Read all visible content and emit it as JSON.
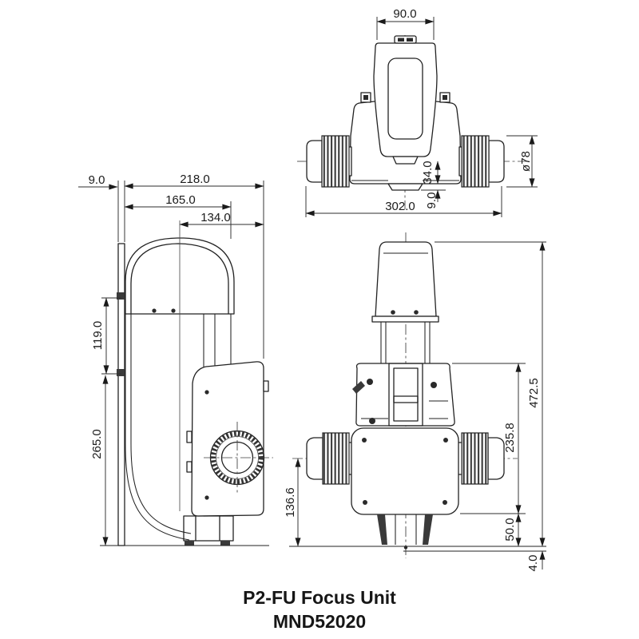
{
  "title": {
    "line1": "P2-FU Focus Unit",
    "line2": "MND52020"
  },
  "dims": {
    "top": {
      "head_width": "90.0",
      "knob_diameter": "ø78",
      "mount_offset": "34.0",
      "foot_offset": "9.0",
      "overall_width": "302.0"
    },
    "side": {
      "plate_thickness": "9.0",
      "overall_depth": "218.0",
      "head_depth": "165.0",
      "body_depth": "134.0",
      "mount_pitch": "119.0",
      "mount_height": "265.0"
    },
    "front": {
      "overall_height": "472.5",
      "body_height": "235.8",
      "knob_axis_height": "136.6",
      "base_height": "50.0",
      "foot_height": "4.0"
    }
  },
  "colors": {
    "background": "#ffffff",
    "line": "#222222",
    "text": "#1b1b1b"
  }
}
